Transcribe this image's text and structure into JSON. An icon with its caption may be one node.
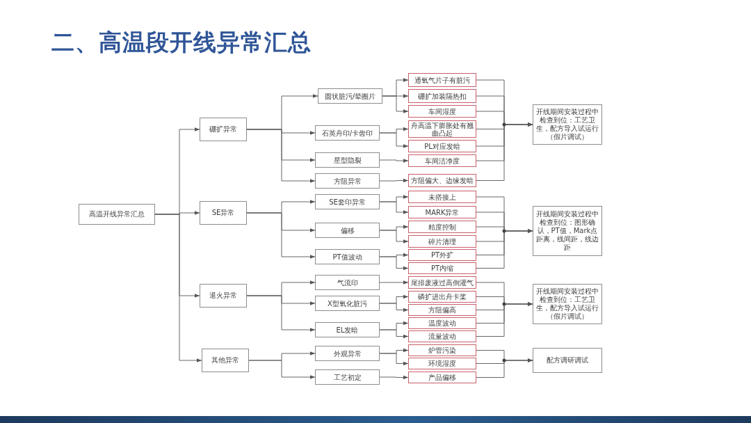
{
  "diagram": {
    "title": "二、高温段开线异常汇总",
    "nodes": [
      {
        "text": [
          "高温开线异常汇总"
        ]
      },
      {
        "text": [
          "硼扩异常"
        ]
      },
      {
        "text": [
          "圆状脏污/晕圈片"
        ]
      },
      {
        "text": [
          "通氧气片子有脏污"
        ]
      },
      {
        "text": [
          "硼扩加装隔热扣"
        ]
      },
      {
        "text": [
          "车间湿度"
        ]
      },
      {
        "text": [
          "石英舟印/卡齿印"
        ]
      },
      {
        "text": [
          "舟高温下膨胀处有翘曲凸起"
        ]
      },
      {
        "text": [
          "PL对应发暗"
        ]
      },
      {
        "text": [
          "星型隐裂"
        ]
      },
      {
        "text": [
          "车间洁净度"
        ]
      },
      {
        "text": [
          "方阻异常"
        ]
      },
      {
        "text": [
          "方阻偏大、边缘发暗"
        ]
      },
      {
        "text": [
          "开线期间安装过程中检查到位：工艺卫生，配方导入试运行（假片调试）"
        ]
      },
      {
        "text": [
          "SE异常"
        ]
      },
      {
        "text": [
          "SE套印异常"
        ]
      },
      {
        "text": [
          "未搭接上"
        ]
      },
      {
        "text": [
          "MARK异常"
        ]
      },
      {
        "text": [
          "偏移"
        ]
      },
      {
        "text": [
          "精度控制"
        ]
      },
      {
        "text": [
          "碎片清理"
        ]
      },
      {
        "text": [
          "PT值波动"
        ]
      },
      {
        "text": [
          "PT外扩"
        ]
      },
      {
        "text": [
          "PT内缩"
        ]
      },
      {
        "text": [
          "开线期间安装过程中检查到位：图形确认，PT值，Mark点距离，线间距，线边距"
        ]
      },
      {
        "text": [
          "退火异常"
        ]
      },
      {
        "text": [
          "气流印"
        ]
      },
      {
        "text": [
          "尾排废液过高倒灌气"
        ]
      },
      {
        "text": [
          "X型氧化脏污"
        ]
      },
      {
        "text": [
          "磷扩进出舟卡桨"
        ]
      },
      {
        "text": [
          "方阻偏高"
        ]
      },
      {
        "text": [
          "EL发暗"
        ]
      },
      {
        "text": [
          "温度波动"
        ]
      },
      {
        "text": [
          "流量波动"
        ]
      },
      {
        "text": [
          "开线期间安装过程中检查到位：工艺卫生，配方导入试运行（假片调试）"
        ]
      },
      {
        "text": [
          "其他异常"
        ]
      },
      {
        "text": [
          "外观异常"
        ]
      },
      {
        "text": [
          "炉管污染"
        ]
      },
      {
        "text": [
          "环境湿度"
        ]
      },
      {
        "text": [
          "工艺初定"
        ]
      },
      {
        "text": [
          "产品偏移"
        ]
      },
      {
        "text": [
          "配方调研调试"
        ]
      }
    ],
    "edges": [
      {
        "from": 0,
        "to": 1,
        "arrow": "to"
      },
      {
        "from": 0,
        "to": 14,
        "arrow": "to"
      },
      {
        "from": 0,
        "to": 25,
        "arrow": "to"
      },
      {
        "from": 0,
        "to": 35,
        "arrow": "to"
      },
      {
        "from": 1,
        "to": 2,
        "arrow": "to"
      },
      {
        "from": 1,
        "to": 6,
        "arrow": "to"
      },
      {
        "from": 1,
        "to": 9,
        "arrow": "to"
      },
      {
        "from": 1,
        "to": 11,
        "arrow": "to"
      },
      {
        "from": 2,
        "to": 3,
        "arrow": "to"
      },
      {
        "from": 2,
        "to": 4,
        "arrow": "to"
      },
      {
        "from": 2,
        "to": 5,
        "arrow": "to"
      },
      {
        "from": 6,
        "to": 7,
        "arrow": "to"
      },
      {
        "from": 6,
        "to": 8,
        "arrow": "to"
      },
      {
        "from": 9,
        "to": 10,
        "arrow": "to"
      },
      {
        "from": 11,
        "to": 12,
        "arrow": "to"
      },
      {
        "from": 3,
        "to": 13,
        "arrow": "to"
      },
      {
        "from": 4,
        "to": 13,
        "arrow": "to"
      },
      {
        "from": 5,
        "to": 13,
        "arrow": "to"
      },
      {
        "from": 7,
        "to": 13,
        "arrow": "to"
      },
      {
        "from": 8,
        "to": 13,
        "arrow": "to"
      },
      {
        "from": 10,
        "to": 13,
        "arrow": "to"
      },
      {
        "from": 12,
        "to": 13,
        "arrow": "to"
      },
      {
        "from": 14,
        "to": 15,
        "arrow": "to"
      },
      {
        "from": 14,
        "to": 18,
        "arrow": "to"
      },
      {
        "from": 14,
        "to": 21,
        "arrow": "to"
      },
      {
        "from": 15,
        "to": 16,
        "arrow": "to"
      },
      {
        "from": 15,
        "to": 17,
        "arrow": "to"
      },
      {
        "from": 18,
        "to": 19,
        "arrow": "to"
      },
      {
        "from": 18,
        "to": 20,
        "arrow": "to"
      },
      {
        "from": 21,
        "to": 22,
        "arrow": "to"
      },
      {
        "from": 21,
        "to": 23,
        "arrow": "to"
      },
      {
        "from": 16,
        "to": 24,
        "arrow": "to"
      },
      {
        "from": 17,
        "to": 24,
        "arrow": "to"
      },
      {
        "from": 19,
        "to": 24,
        "arrow": "to"
      },
      {
        "from": 20,
        "to": 24,
        "arrow": "to"
      },
      {
        "from": 22,
        "to": 24,
        "arrow": "to"
      },
      {
        "from": 23,
        "to": 24,
        "arrow": "to"
      },
      {
        "from": 25,
        "to": 26,
        "arrow": "to"
      },
      {
        "from": 25,
        "to": 28,
        "arrow": "to"
      },
      {
        "from": 25,
        "to": 31,
        "arrow": "to"
      },
      {
        "from": 26,
        "to": 27,
        "arrow": "to"
      },
      {
        "from": 28,
        "to": 29,
        "arrow": "to"
      },
      {
        "from": 28,
        "to": 30,
        "arrow": "to"
      },
      {
        "from": 31,
        "to": 32,
        "arrow": "to"
      },
      {
        "from": 31,
        "to": 33,
        "arrow": "to"
      },
      {
        "from": 27,
        "to": 34,
        "arrow": "to"
      },
      {
        "from": 29,
        "to": 34,
        "arrow": "to"
      },
      {
        "from": 30,
        "to": 34,
        "arrow": "to"
      },
      {
        "from": 32,
        "to": 34,
        "arrow": "to"
      },
      {
        "from": 33,
        "to": 34,
        "arrow": "to"
      },
      {
        "from": 35,
        "to": 36,
        "arrow": "to"
      },
      {
        "from": 35,
        "to": 39,
        "arrow": "to"
      },
      {
        "from": 36,
        "to": 37,
        "arrow": "to"
      },
      {
        "from": 36,
        "to": 38,
        "arrow": "to"
      },
      {
        "from": 39,
        "to": 40,
        "arrow": "to"
      },
      {
        "from": 37,
        "to": 41,
        "arrow": "to"
      },
      {
        "from": 38,
        "to": 41,
        "arrow": "to"
      },
      {
        "from": 40,
        "to": 41,
        "arrow": "to"
      }
    ]
  }
}
